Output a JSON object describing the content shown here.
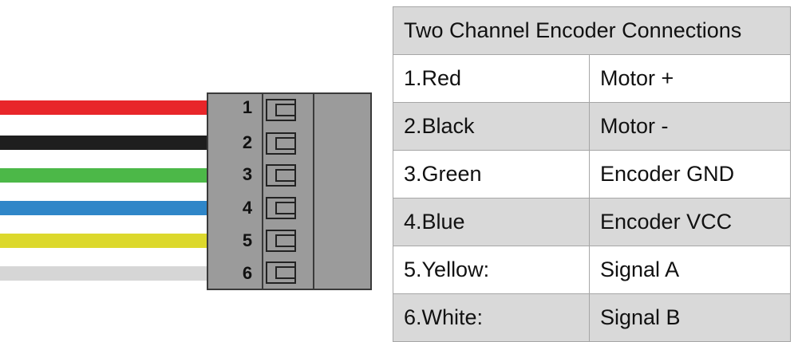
{
  "table": {
    "title": "Two Channel Encoder Connections",
    "rows": [
      {
        "wire": "1.Red",
        "signal": "Motor +"
      },
      {
        "wire": "2.Black",
        "signal": "Motor -"
      },
      {
        "wire": "3.Green",
        "signal": "Encoder GND"
      },
      {
        "wire": "4.Blue",
        "signal": "Encoder VCC"
      },
      {
        "wire": "5.Yellow:",
        "signal": "Signal A"
      },
      {
        "wire": "6.White:",
        "signal": "Signal B"
      }
    ]
  },
  "pins": [
    "1",
    "2",
    "3",
    "4",
    "5",
    "6"
  ],
  "wire_colors": [
    "#e8262a",
    "#1e1e1e",
    "#4cb848",
    "#2f86c8",
    "#dcd82c",
    "#d6d6d6"
  ],
  "colors": {
    "connector_body": "#9b9b9b",
    "table_shade": "#d9d9d9"
  }
}
